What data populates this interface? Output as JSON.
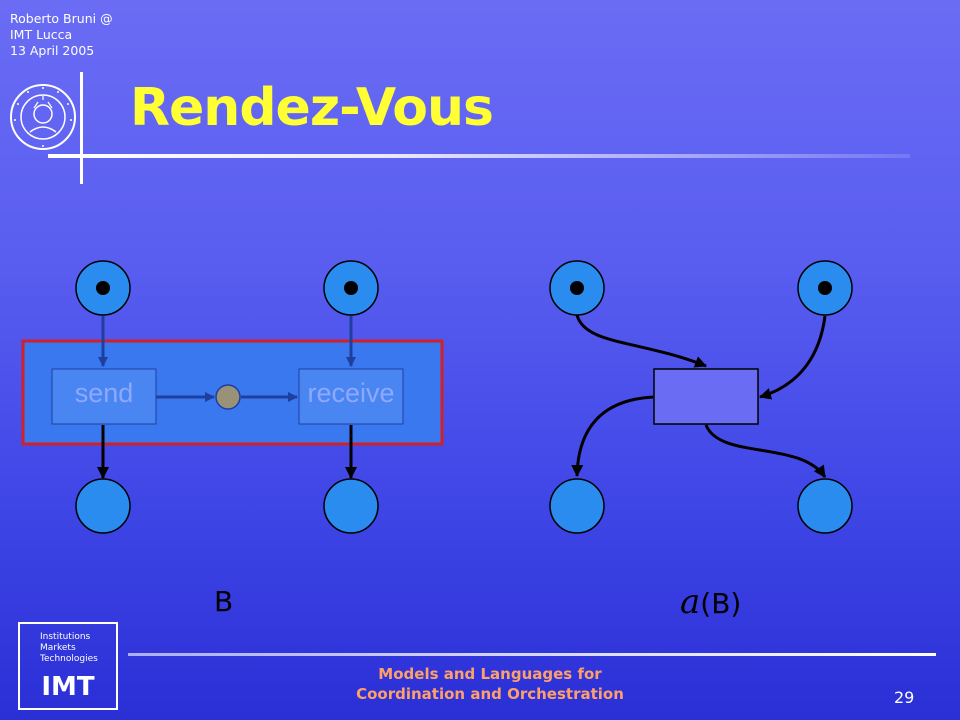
{
  "header": {
    "author_line1": "Roberto Bruni @",
    "author_line2": "IMT Lucca",
    "author_line3": "13 April 2005",
    "title": "Rendez-Vous",
    "seal_icon": "university-seal-icon"
  },
  "diagram": {
    "left": {
      "transition_send": "send",
      "transition_receive": "receive",
      "label": "B"
    },
    "right": {
      "label_symbol": "a",
      "label_rest": "(B)"
    },
    "colors": {
      "place_fill": "#2b8cf0",
      "group_box_fill": "#3a78f0",
      "group_box_border": "#d0202a",
      "merged_transition_fill": "#6a6cf4",
      "message_place_fill": "#9a9278",
      "arc_left": "#1f3f9f",
      "arc_right": "#000000"
    }
  },
  "footer": {
    "imt_line1": "Institutions",
    "imt_line2": "Markets",
    "imt_line3": "Technologies",
    "imt_big": "IMT",
    "course_line1": "Models and Languages for",
    "course_line2": "Coordination and Orchestration",
    "page_number": "29"
  }
}
